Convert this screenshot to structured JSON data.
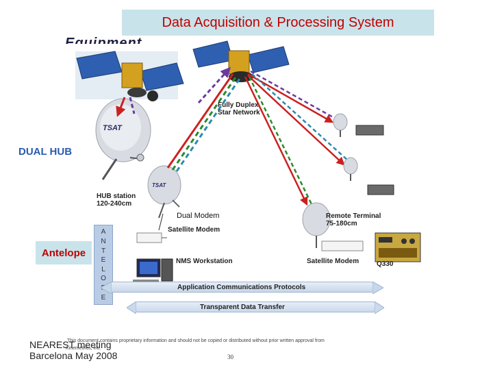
{
  "title": "Data Acquisition & Processing System",
  "partial_heading": "Equipment...",
  "labels": {
    "dual_hub": "DUAL HUB",
    "network": "Fully Duplex Star Network",
    "network_line1": "Fully Duplex",
    "network_line2": "Star Network",
    "hub_station_line1": "HUB station",
    "hub_station_line2": "120-240cm",
    "dual_modem": "Dual Modem",
    "satellite_modem": "Satellite Modem",
    "nms_workstation": "NMS Workstation",
    "remote_terminal_line1": "Remote Terminal",
    "remote_terminal_line2": "75-180cm",
    "remote_satellite_modem": "Satellite Modem",
    "q330": "Q330",
    "antelope": "Antelope",
    "antelope_letters": [
      "A",
      "N",
      "T",
      "E",
      "L",
      "O",
      "P",
      "E"
    ],
    "app_protocols": "Application Communications Protocols",
    "transparent_transfer": "Transparent Data Transfer",
    "dish_logo": "TSAT"
  },
  "footer": {
    "line1": "NEAREST meeting",
    "line2": "Barcelona May 2008",
    "disclaimer": "This document contains proprietary information and should not be copied or distributed without prior written approval from",
    "company": "Kinemetrics, Inc.",
    "page": "30"
  },
  "colors": {
    "title_bg": "#c9e3ea",
    "title_text": "#c00000",
    "dual_hub_text": "#2a5bb0",
    "antelope_text": "#c00000",
    "red_link": "#cc2020",
    "green_link": "#2a8a2a",
    "blue_link": "#2a8ab0",
    "purple_link": "#6a3aa0"
  }
}
